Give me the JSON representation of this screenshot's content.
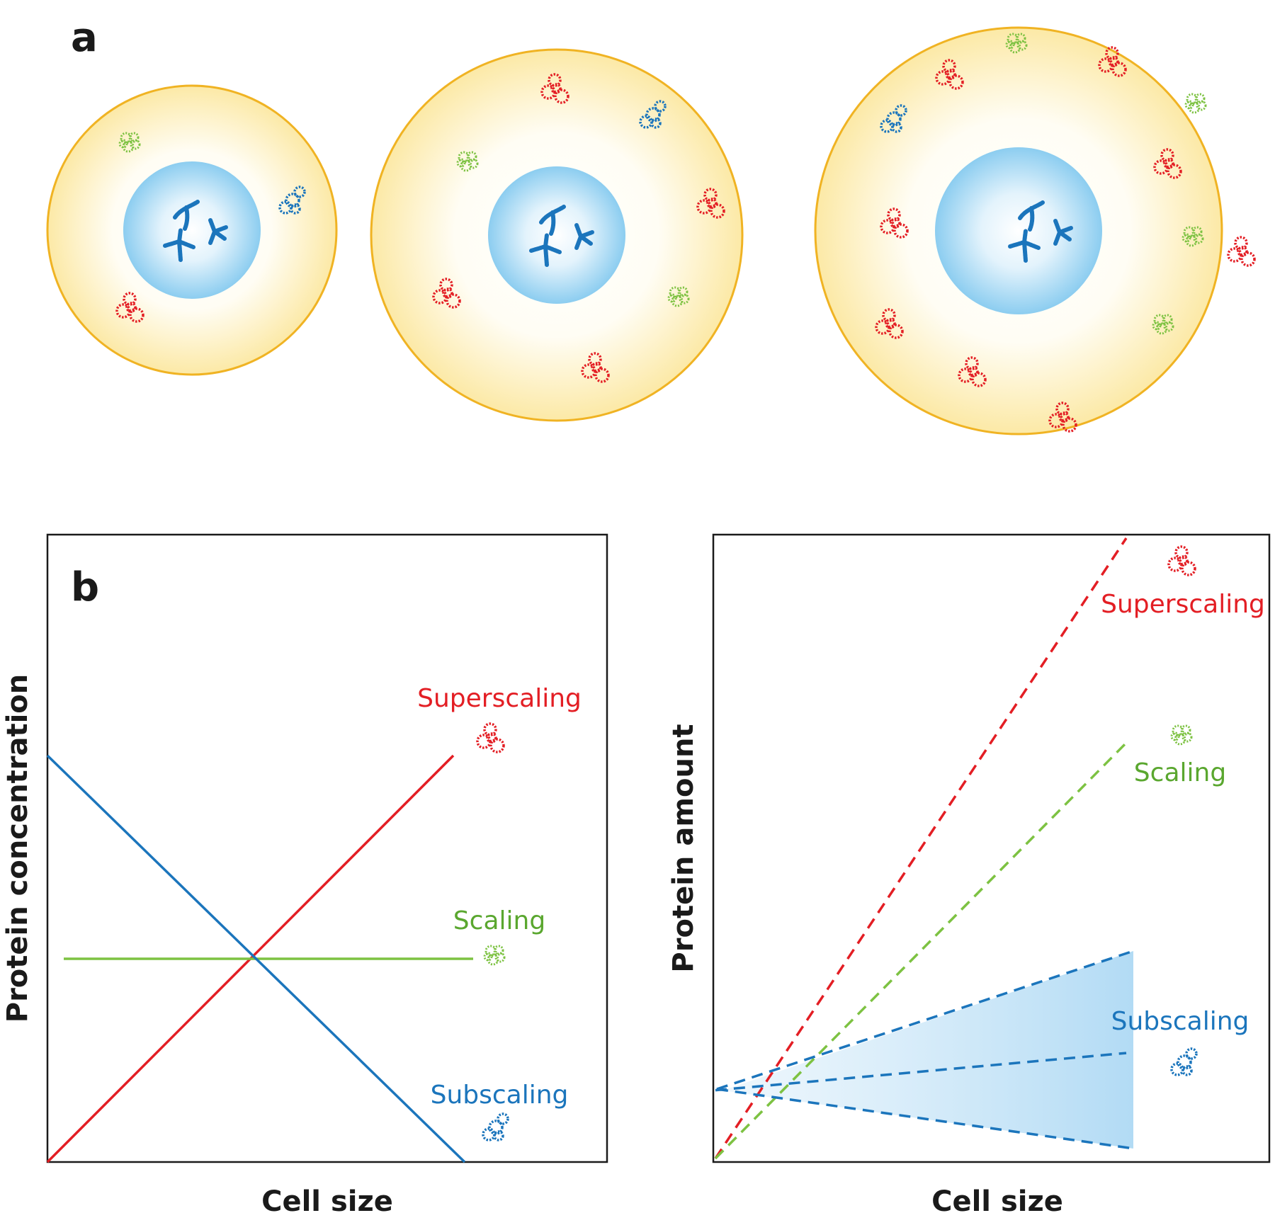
{
  "panel_a": {
    "letter": "a",
    "cells": [
      {
        "nucleus": "nucleus",
        "proteins": [
          {
            "kind": "scaling"
          },
          {
            "kind": "subscaling"
          },
          {
            "kind": "superscaling"
          }
        ]
      },
      {
        "nucleus": "nucleus",
        "proteins": [
          {
            "kind": "superscaling"
          },
          {
            "kind": "subscaling"
          },
          {
            "kind": "scaling"
          },
          {
            "kind": "superscaling"
          },
          {
            "kind": "superscaling"
          },
          {
            "kind": "scaling"
          },
          {
            "kind": "superscaling"
          }
        ]
      },
      {
        "nucleus": "nucleus",
        "proteins": [
          {
            "kind": "scaling"
          },
          {
            "kind": "superscaling"
          },
          {
            "kind": "superscaling"
          },
          {
            "kind": "subscaling"
          },
          {
            "kind": "scaling"
          },
          {
            "kind": "superscaling"
          },
          {
            "kind": "superscaling"
          },
          {
            "kind": "scaling"
          },
          {
            "kind": "superscaling"
          },
          {
            "kind": "superscaling"
          },
          {
            "kind": "scaling"
          },
          {
            "kind": "superscaling"
          },
          {
            "kind": "superscaling"
          }
        ]
      }
    ]
  },
  "panel_b": {
    "letter": "b",
    "left": {
      "ylabel": "Protein concentration",
      "xlabel": "Cell size",
      "labels": {
        "superscaling": "Superscaling",
        "scaling": "Scaling",
        "subscaling": "Subscaling"
      }
    },
    "right": {
      "ylabel": "Protein amount",
      "xlabel": "Cell size",
      "labels": {
        "superscaling": "Superscaling",
        "scaling": "Scaling",
        "subscaling": "Subscaling"
      }
    }
  },
  "colors": {
    "superscaling": "#e31e24",
    "scaling": "#7dc242",
    "subscaling": "#1b75bc",
    "cell_border": "#f0b323",
    "nucleus": "#a9d8f5"
  },
  "chart_data": [
    {
      "type": "line",
      "xlabel": "Cell size",
      "ylabel": "Protein concentration",
      "x": [
        0,
        1
      ],
      "series": [
        {
          "name": "Superscaling",
          "values": [
            0,
            1
          ]
        },
        {
          "name": "Scaling",
          "values": [
            0.5,
            0.5
          ]
        },
        {
          "name": "Subscaling",
          "values": [
            1,
            0
          ]
        }
      ],
      "grid": false
    },
    {
      "type": "line",
      "xlabel": "Cell size",
      "ylabel": "Protein amount",
      "x": [
        0,
        1
      ],
      "series": [
        {
          "name": "Superscaling",
          "values": [
            0,
            1
          ]
        },
        {
          "name": "Scaling",
          "values": [
            0,
            0.67
          ]
        },
        {
          "name": "Subscaling",
          "values": [
            0.11,
            0.17
          ]
        }
      ],
      "grid": false
    }
  ]
}
